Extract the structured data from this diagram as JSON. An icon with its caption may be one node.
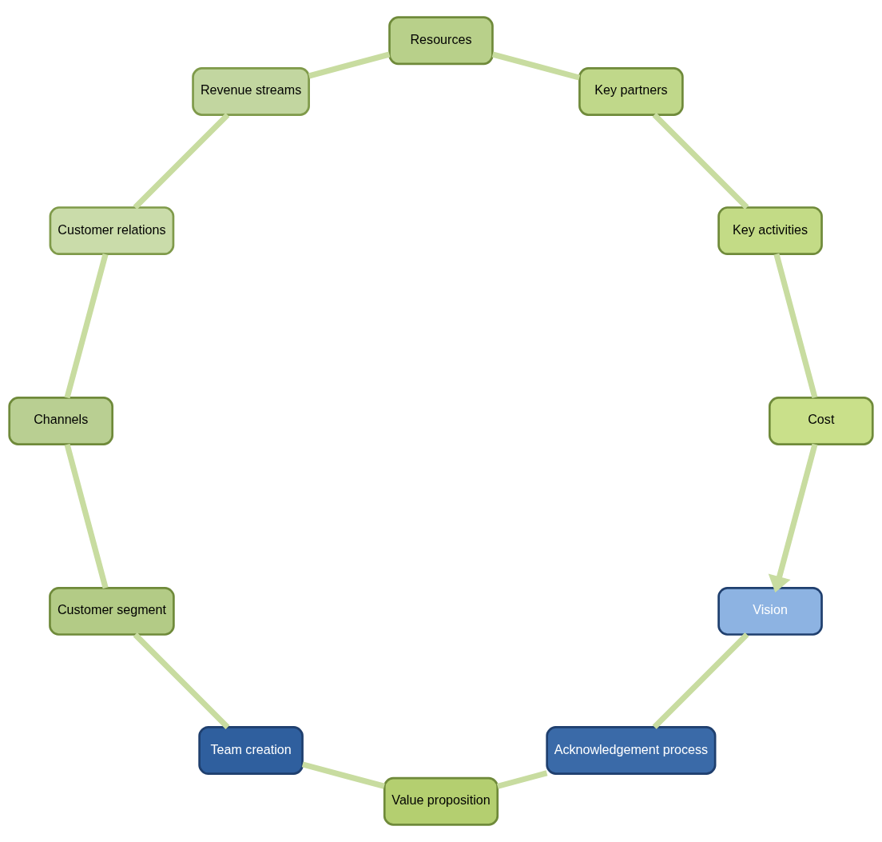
{
  "diagram": {
    "nodes": [
      {
        "text": [
          "Vision"
        ]
      },
      {
        "text": [
          "Acknowledgement process"
        ]
      },
      {
        "text": [
          "Value proposition"
        ]
      },
      {
        "text": [
          "Team creation"
        ]
      },
      {
        "text": [
          "Customer segment"
        ]
      },
      {
        "text": [
          "Channels"
        ]
      },
      {
        "text": [
          "Customer relations"
        ]
      },
      {
        "text": [
          "Revenue streams"
        ]
      },
      {
        "text": [
          "Resources"
        ]
      },
      {
        "text": [
          "Key partners"
        ]
      },
      {
        "text": [
          "Key activities"
        ]
      },
      {
        "text": [
          "Cost"
        ]
      }
    ],
    "edges": [
      {
        "from": 0,
        "to": 1,
        "arrow": "none"
      },
      {
        "from": 1,
        "to": 2,
        "arrow": "none"
      },
      {
        "from": 2,
        "to": 3,
        "arrow": "none"
      },
      {
        "from": 3,
        "to": 4,
        "arrow": "none"
      },
      {
        "from": 4,
        "to": 5,
        "arrow": "none"
      },
      {
        "from": 5,
        "to": 6,
        "arrow": "none"
      },
      {
        "from": 6,
        "to": 7,
        "arrow": "none"
      },
      {
        "from": 7,
        "to": 8,
        "arrow": "none"
      },
      {
        "from": 8,
        "to": 9,
        "arrow": "none"
      },
      {
        "from": 9,
        "to": 10,
        "arrow": "none"
      },
      {
        "from": 10,
        "to": 11,
        "arrow": "none"
      },
      {
        "from": 11,
        "to": 0,
        "arrow": "to"
      }
    ]
  }
}
